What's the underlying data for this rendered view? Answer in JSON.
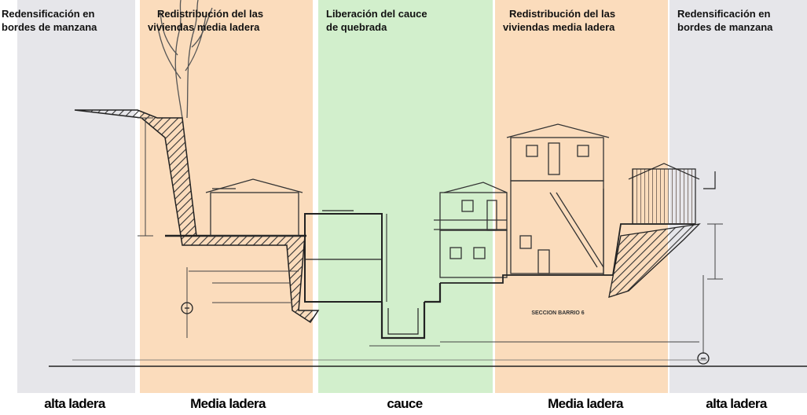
{
  "zones": [
    {
      "id": "alta-ladera-left",
      "header": [
        "Redensificación en",
        "bordes de manzana"
      ],
      "label": "alta ladera",
      "color": "#e6e6ea"
    },
    {
      "id": "media-ladera-left",
      "header": [
        "Redistribución del las",
        "viviendas media ladera"
      ],
      "label": "Media ladera",
      "color": "#fbdcbc"
    },
    {
      "id": "cauce",
      "header": [
        "Liberación del cauce",
        "de quebrada"
      ],
      "label": "cauce",
      "color": "#d2efcc"
    },
    {
      "id": "media-ladera-right",
      "header": [
        "Redistribución del las",
        "viviendas media ladera"
      ],
      "label": "Media ladera",
      "color": "#fbdcbc"
    },
    {
      "id": "alta-ladera-right",
      "header": [
        "Redensificación en",
        "bordes de manzana"
      ],
      "label": "alta ladera",
      "color": "#e6e6ea"
    }
  ],
  "drawing": {
    "section_label": "SECCION BARRIO 6",
    "line_color": "#2a2a2a"
  }
}
